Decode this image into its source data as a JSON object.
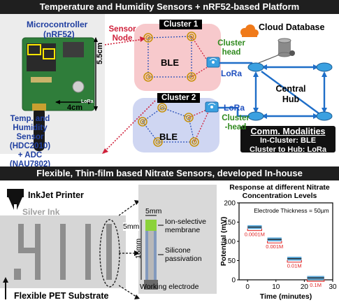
{
  "top_section": {
    "title": "Temperature and Humidity Sensors + nRF52-based Platform",
    "board": {
      "mcu_label_line1": "Microcontroller",
      "mcu_label_line2": "(nRF52)",
      "sensor_label_lines": [
        "Temp. and",
        "Humidity",
        "Sensor",
        "(HDC2010)",
        "+ ADC",
        "(NAU7802)"
      ],
      "width_label": "4cm",
      "height_label": "5.5cm",
      "lora_silk": "LoRa"
    },
    "network": {
      "sensor_node_line1": "Sensor",
      "sensor_node_line2": "Node",
      "cluster1_label": "Cluster 1",
      "cluster2_label": "Cluster 2",
      "ble_label_1": "BLE",
      "ble_label_2": "BLE",
      "cluster_head_1_line1": "Cluster",
      "cluster_head_1_line2": "head",
      "cluster_head_2_line1": "Cluster",
      "cluster_head_2_line2": "-head",
      "lora_label_1": "LoRa",
      "lora_label_2": "LoRa",
      "cloud_label": "Cloud Database",
      "hub_label_line1": "Central",
      "hub_label_line2": "Hub"
    },
    "comm_box": {
      "title": "Comm. Modalities",
      "line1": "In-Cluster: BLE",
      "line2": "Cluster to Hub: LoRa"
    }
  },
  "bottom_section": {
    "title": "Flexible, Thin-film based Nitrate Sensors, developed In-house",
    "printer_label": "InkJet Printer",
    "ink_label": "Silver Ink",
    "substrate_label": "Flexible PET Substrate",
    "electrode": {
      "dim_top": "5mm",
      "dim_left_top": "5mm",
      "dim_left_long": "16mm",
      "membrane_line1": "Ion-selective",
      "membrane_line2": "membrane",
      "passivation_line1": "Silicone",
      "passivation_line2": "passivation",
      "working_label": "Working electrode"
    },
    "chart_colors": {
      "trace": "#1a1a1a",
      "fill": "#5ea9d8",
      "bracket": "#e02020"
    }
  },
  "chart_data": {
    "type": "line",
    "title": "Response at different Nitrate Concentration Levels",
    "title_line1": "Response at different Nitrate",
    "title_line2": "Concentration Levels",
    "annotation": "Electrode Thickness = 50µm",
    "xlabel": "Time (minutes)",
    "ylabel": "Potential (mV)",
    "xlim": [
      -3,
      30
    ],
    "ylim": [
      0,
      200
    ],
    "xticks": [
      0,
      10,
      20,
      30
    ],
    "yticks": [
      0,
      50,
      100,
      150,
      200
    ],
    "steps": [
      {
        "label": "0.0001M",
        "x_start": 0,
        "x_end": 5,
        "y": 137
      },
      {
        "label": "0.001M",
        "x_start": 7,
        "x_end": 12,
        "y": 105
      },
      {
        "label": "0.01M",
        "x_start": 14,
        "x_end": 19,
        "y": 55
      },
      {
        "label": "0.1M",
        "x_start": 21,
        "x_end": 27,
        "y": 5
      }
    ]
  }
}
